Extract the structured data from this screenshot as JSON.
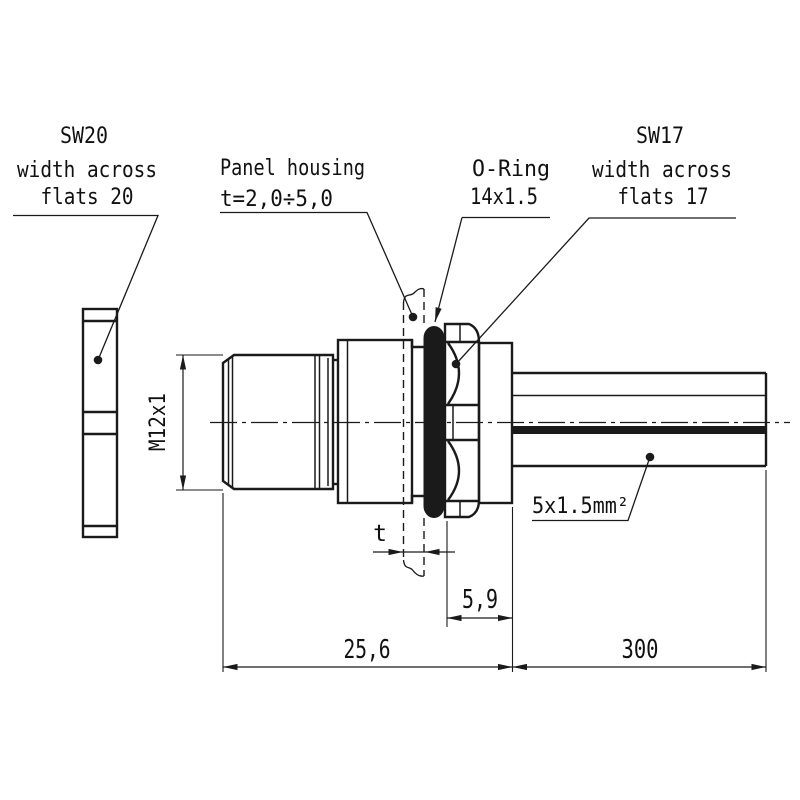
{
  "drawing": {
    "labels": {
      "sw20": {
        "line1": "SW20",
        "line2": "width across",
        "line3": "flats 20"
      },
      "panel": {
        "line1": "Panel housing",
        "line2": "t=2,0÷5,0"
      },
      "oring": {
        "line1": "O-Ring",
        "line2": "14x1.5"
      },
      "sw17": {
        "line1": "SW17",
        "line2": "width across",
        "line3": "flats 17"
      },
      "cable": "5x1.5mm²",
      "thread": "M12x1"
    },
    "dimensions": {
      "panel_thickness": "t",
      "nut_to_flange": "5,9",
      "connector_length": "25,6",
      "cable_length": "300"
    },
    "colors": {
      "line": "#1a1a1a",
      "oring_fill": "#1a1a1a",
      "background": "#ffffff"
    }
  }
}
